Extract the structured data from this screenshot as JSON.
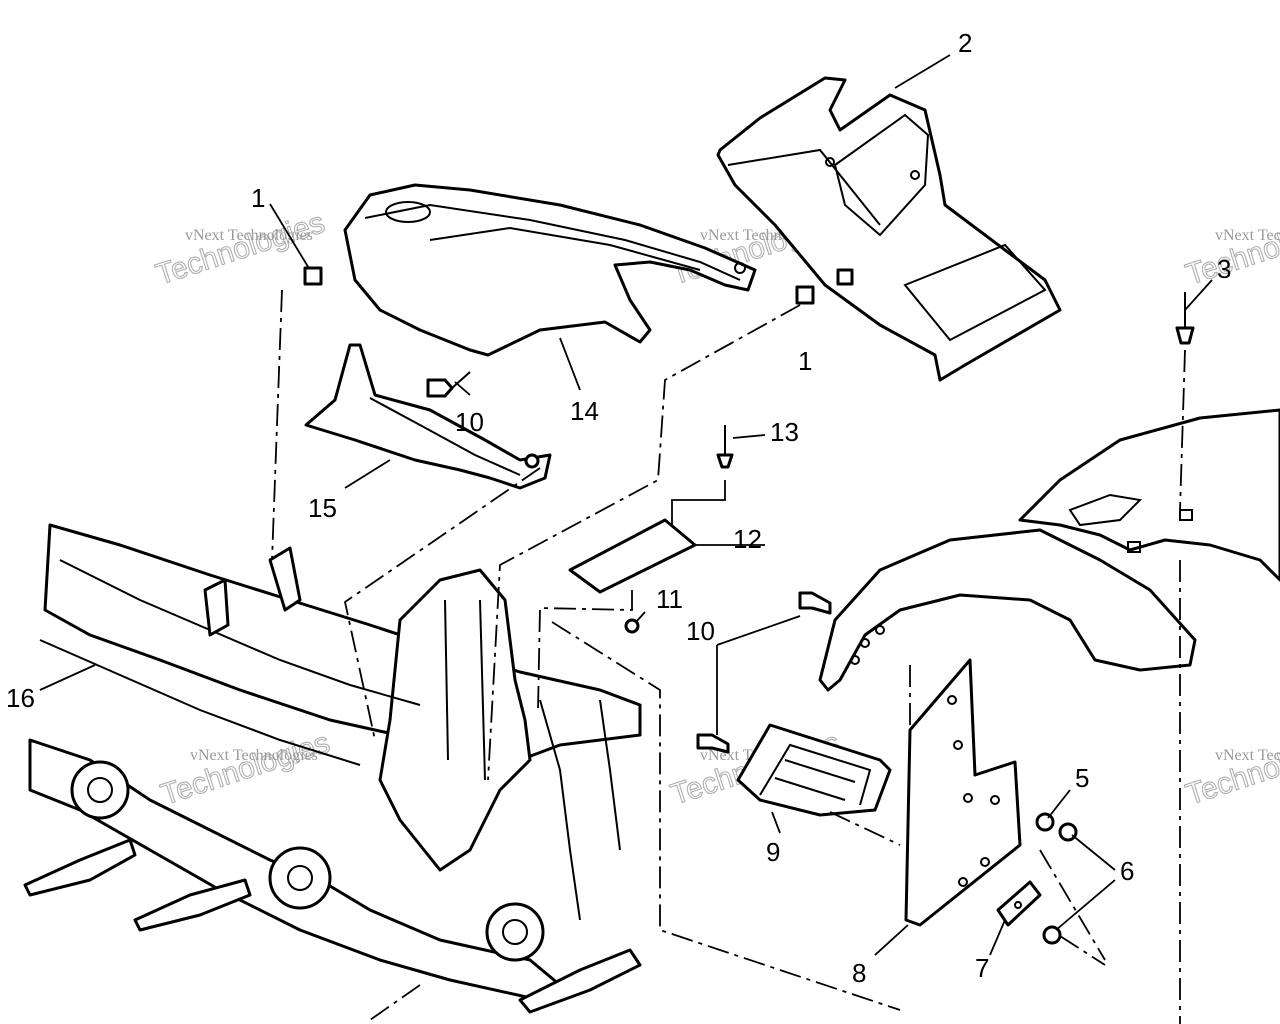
{
  "diagram": {
    "callouts": [
      "1",
      "2",
      "3",
      "5",
      "6",
      "7",
      "8",
      "9",
      "10",
      "11",
      "12",
      "13",
      "14",
      "15",
      "16"
    ],
    "watermark": {
      "line1": "vNext Technologies",
      "line2": "Technologies"
    }
  }
}
